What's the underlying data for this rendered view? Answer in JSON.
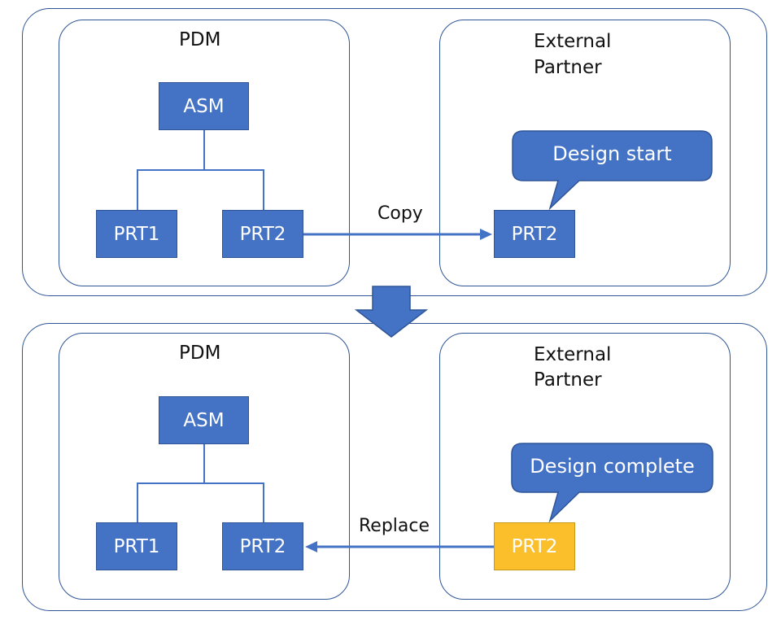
{
  "stage_before": {
    "pdm": {
      "title": "PDM",
      "asm": "ASM",
      "prt1": "PRT1",
      "prt2": "PRT2"
    },
    "partner": {
      "title_line1": "External",
      "title_line2": "Partner",
      "part": "PRT2",
      "callout": "Design start"
    },
    "action": "Copy"
  },
  "stage_after": {
    "pdm": {
      "title": "PDM",
      "asm": "ASM",
      "prt1": "PRT1",
      "prt2": "PRT2"
    },
    "partner": {
      "title_line1": "External",
      "title_line2": "Partner",
      "part": "PRT2",
      "callout": "Design complete"
    },
    "action": "Replace"
  },
  "colors": {
    "part_box": "#4472c4",
    "border": "#2f5597",
    "completed_part": "#fcbf2c"
  },
  "icons": {
    "transition": "down-arrow-icon"
  }
}
